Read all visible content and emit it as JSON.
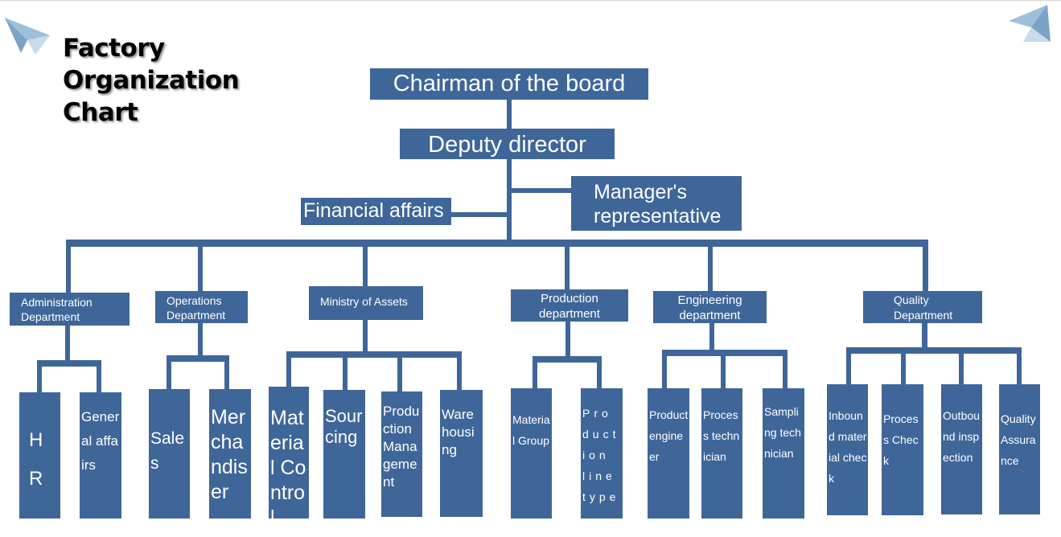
{
  "title": "Factory\nOrganization\nChart",
  "top": {
    "chairman": "Chairman of the board",
    "deputy": "Deputy director",
    "financial": "Financial affairs",
    "manager_rep": "Manager's\nrepresentative"
  },
  "departments": {
    "admin": "Administration\nDepartment",
    "operations": "Operations\nDepartment",
    "assets": "Ministry of Assets",
    "production": "Production\ndepartment",
    "engineering": "Engineering\ndepartment",
    "quality": "Quality\nDepartment"
  },
  "units": {
    "hr": "H\nR",
    "general_affairs": "General affairs",
    "sales": "Sales",
    "merchandiser": "Merchandiser",
    "material_control": "Material Control",
    "sourcing": "Sourcing",
    "production_management": "Production Management",
    "warehousing": "Warehousing",
    "material_group": "Material Group",
    "production_line_type": "Production line type",
    "product_engineer": "Product engineer",
    "process_technician": "Process technician",
    "sampling_technician": "Sampling technician",
    "inbound_check": "Inbound material check",
    "process_check": "Process Check",
    "outbound_inspection": "Outbound inspection",
    "quality_assurance": "Quality Assurance"
  },
  "colors": {
    "box": "#3f6699",
    "text": "#ffffff",
    "title": "#000000"
  },
  "icons": {
    "top_left": "paper-plane-icon",
    "top_right": "paper-plane-icon"
  }
}
